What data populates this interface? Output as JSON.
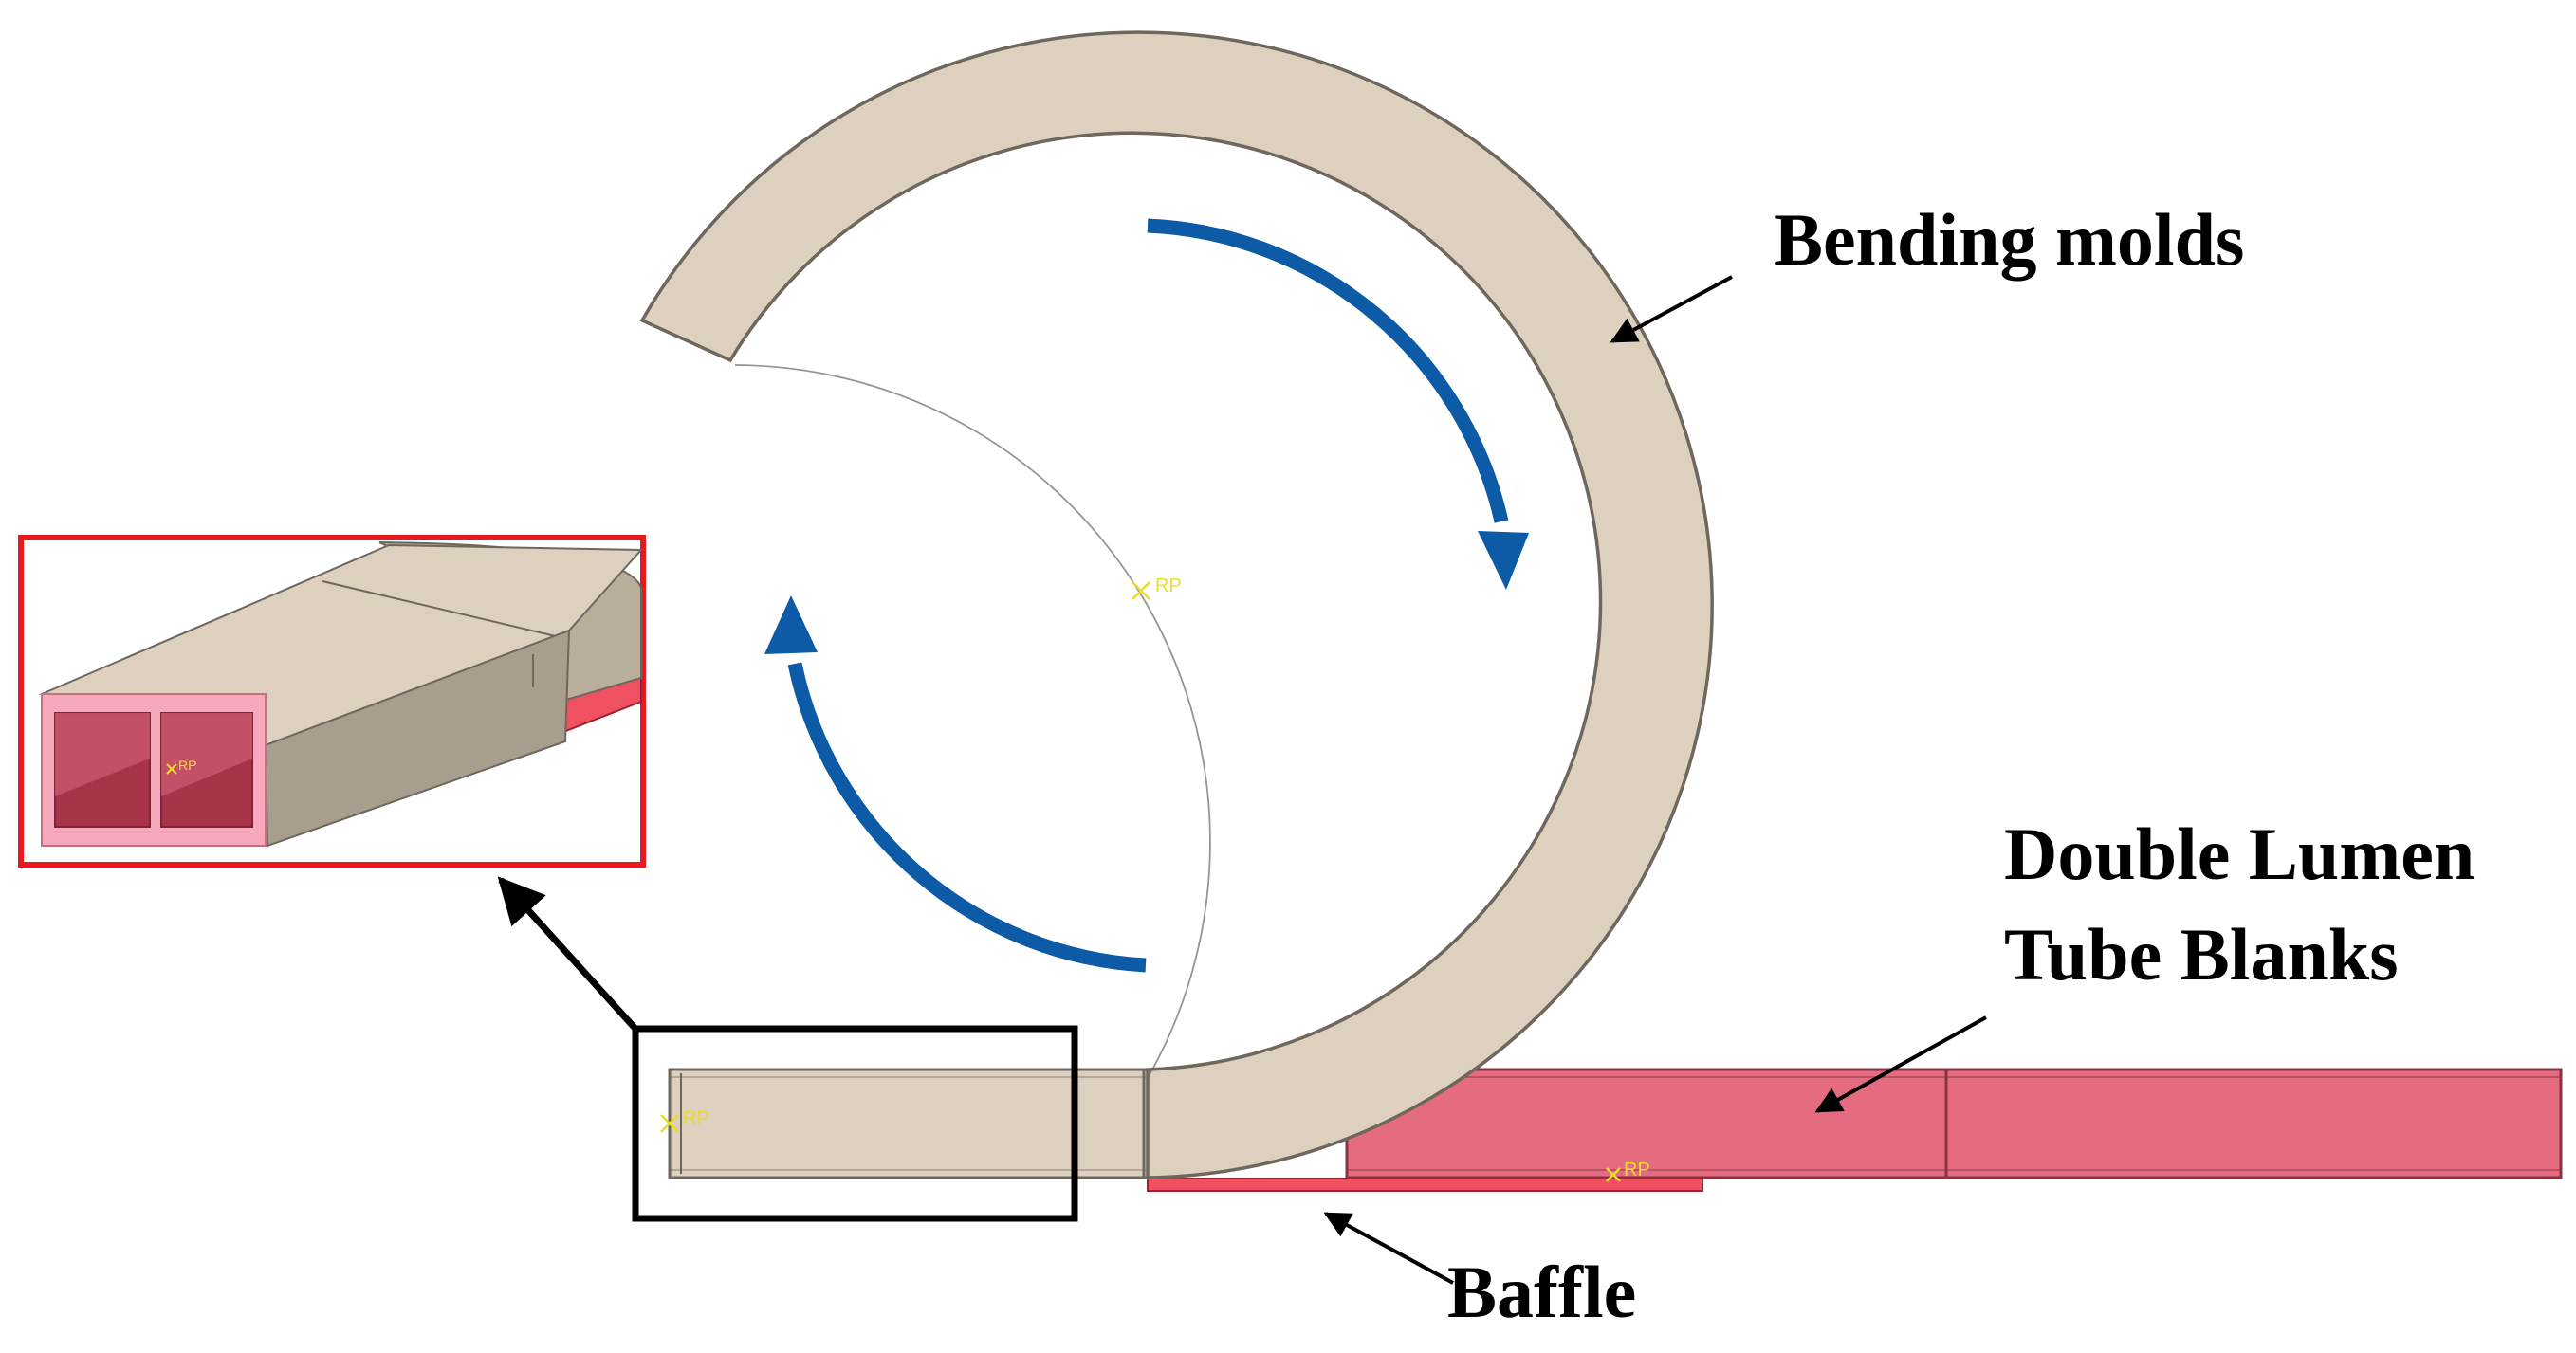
{
  "labels": {
    "bending_molds": "Bending molds",
    "tube_line1": "Double Lumen",
    "tube_line2": "Tube Blanks",
    "baffle": "Baffle"
  },
  "rp_marker": "RP",
  "colors": {
    "mold_fill": "#ddd0be",
    "mold_edge": "#6e675e",
    "tube_fill": "#e46b80",
    "tube_edge": "#8a3142",
    "baffle_fill": "#ef5160",
    "rotation_arrow": "#0d5aa6",
    "callout_red": "#e8191e",
    "callout_black": "#000000",
    "rp_marker": "#e8dc2c"
  }
}
